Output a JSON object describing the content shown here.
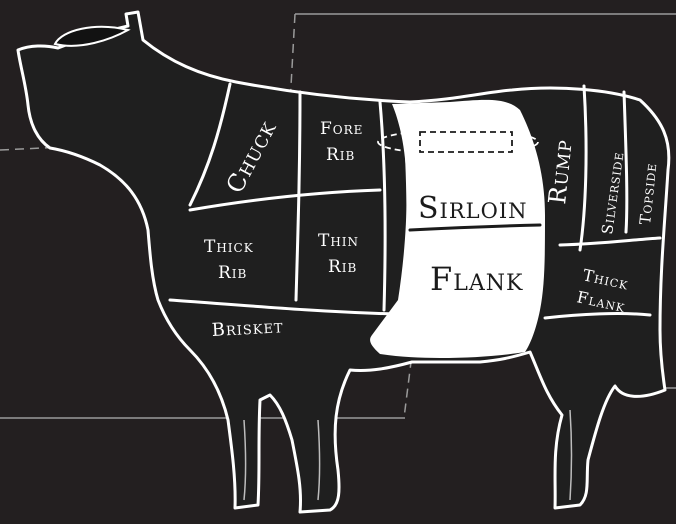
{
  "diagram": {
    "background_color": "#231f20",
    "body_color": "#1f1f1f",
    "outline_color": "#ffffff",
    "highlight_color": "#ffffff",
    "guide_line_color": "#9a9a9a",
    "cuts": {
      "chuck": "Chuck",
      "fore_rib_line1": "Fore",
      "fore_rib_line2": "Rib",
      "thick_rib_line1": "Thick",
      "thick_rib_line2": "Rib",
      "thin_rib_line1": "Thin",
      "thin_rib_line2": "Rib",
      "brisket": "Brisket",
      "sirloin": "Sirloin",
      "flank": "Flank",
      "rump": "Rump",
      "silverside": "Silverside",
      "topside": "Topside",
      "thick_flank_line1": "Thick",
      "thick_flank_line2": "Flank"
    },
    "highlighted_cut": "sirloin-flank"
  }
}
